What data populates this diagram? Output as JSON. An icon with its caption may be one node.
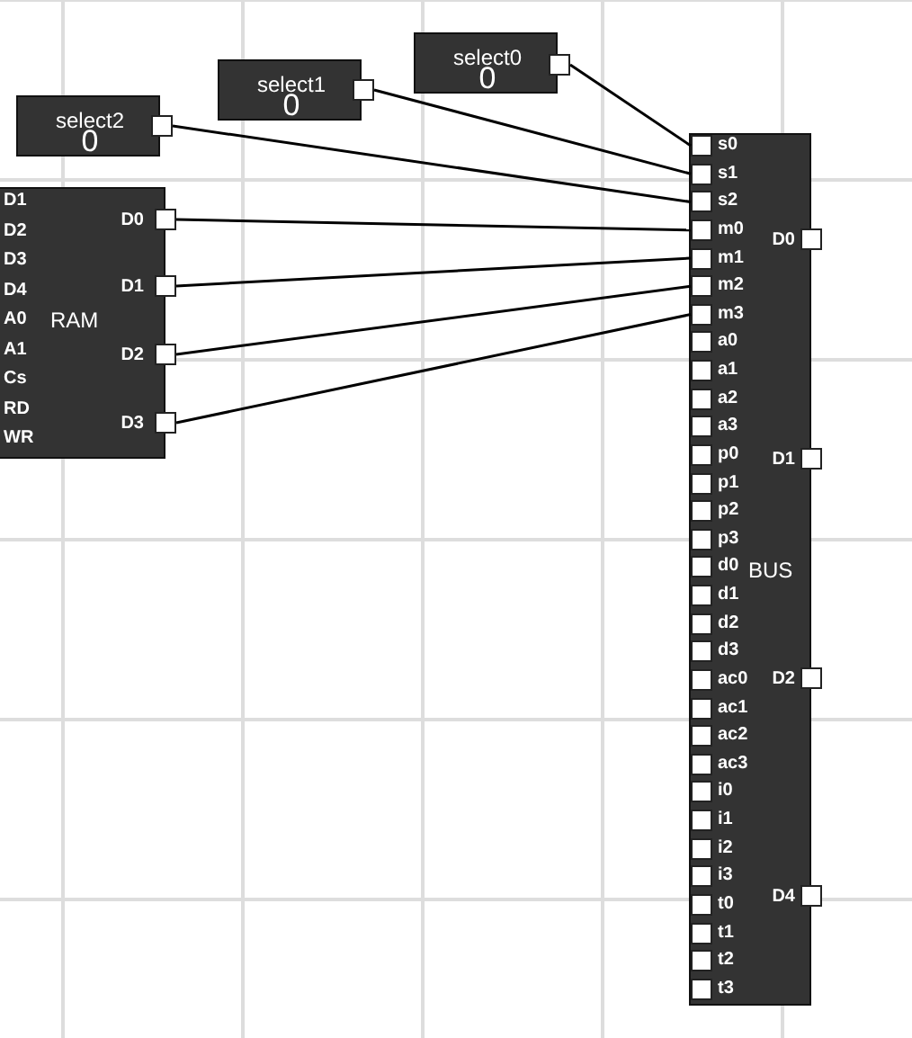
{
  "diagram": {
    "nodes": [
      {
        "text": [
          "select0",
          "0"
        ]
      },
      {
        "text": [],
        "shape": "box"
      },
      {
        "text": [
          "select1",
          "0"
        ]
      },
      {
        "text": [],
        "shape": "box"
      },
      {
        "text": [
          "select2",
          "0"
        ]
      },
      {
        "text": [],
        "shape": "box"
      },
      {
        "text": [
          "D1",
          "D0",
          "D2",
          "D3",
          "D1",
          "D4",
          "A0",
          "RAM",
          "A1",
          "D2",
          "Cs",
          "RD",
          "D3",
          "WR"
        ]
      },
      {
        "text": [],
        "shape": "box"
      },
      {
        "text": [],
        "shape": "box"
      },
      {
        "text": [],
        "shape": "box"
      },
      {
        "text": [],
        "shape": "box"
      },
      {
        "text": [
          "s0",
          "s1",
          "s2",
          "m0",
          "D0",
          "m1",
          "m2",
          "m3",
          "a0",
          "a1",
          "a2",
          "a3",
          "p0",
          "D1",
          "p1",
          "p2",
          "p3",
          "d0",
          "BUS",
          "d1",
          "d2",
          "d3",
          "ac0",
          "D2",
          "ac1",
          "ac2",
          "ac3",
          "i0",
          "i1",
          "i2",
          "i3",
          "D4",
          "t0",
          "t1",
          "t2",
          "t3"
        ]
      },
      {
        "text": [],
        "shape": "box",
        "in": 11
      },
      {
        "text": [],
        "shape": "box",
        "in": 11
      },
      {
        "text": [],
        "shape": "box",
        "in": 11
      },
      {
        "text": [],
        "shape": "box",
        "in": 11
      },
      {
        "text": [],
        "shape": "box",
        "in": 11
      },
      {
        "text": [],
        "shape": "box",
        "in": 11
      },
      {
        "text": [],
        "shape": "box",
        "in": 11
      },
      {
        "text": [],
        "shape": "box",
        "in": 11
      },
      {
        "text": [],
        "shape": "box",
        "in": 11
      },
      {
        "text": [],
        "shape": "box",
        "in": 11
      },
      {
        "text": [],
        "shape": "box",
        "in": 11
      },
      {
        "text": [],
        "shape": "box",
        "in": 11
      },
      {
        "text": [],
        "shape": "box",
        "in": 11
      },
      {
        "text": [],
        "shape": "box",
        "in": 11
      },
      {
        "text": [],
        "shape": "box",
        "in": 11
      },
      {
        "text": [],
        "shape": "box",
        "in": 11
      },
      {
        "text": [],
        "shape": "box",
        "in": 11
      },
      {
        "text": [],
        "shape": "box",
        "in": 11
      },
      {
        "text": [],
        "shape": "box",
        "in": 11
      },
      {
        "text": [],
        "shape": "box",
        "in": 11
      },
      {
        "text": [],
        "shape": "box",
        "in": 11
      },
      {
        "text": [],
        "shape": "box",
        "in": 11
      },
      {
        "text": [],
        "shape": "box",
        "in": 11
      },
      {
        "text": [],
        "shape": "box",
        "in": 11
      },
      {
        "text": [],
        "shape": "box",
        "in": 11
      },
      {
        "text": [],
        "shape": "box",
        "in": 11
      },
      {
        "text": [],
        "shape": "box",
        "in": 11
      },
      {
        "text": [],
        "shape": "box",
        "in": 11
      },
      {
        "text": [],
        "shape": "box",
        "in": 11
      },
      {
        "text": [],
        "shape": "box",
        "in": 11
      },
      {
        "text": [],
        "shape": "box",
        "in": 11
      },
      {
        "text": [],
        "shape": "box"
      },
      {
        "text": [],
        "shape": "box"
      },
      {
        "text": [],
        "shape": "box"
      },
      {
        "text": [],
        "shape": "box"
      }
    ],
    "edges": [
      {
        "from": 1,
        "to": 12,
        "arrow": "none"
      },
      {
        "from": 3,
        "to": 13,
        "arrow": "none"
      },
      {
        "from": 5,
        "to": 14,
        "arrow": "none"
      },
      {
        "from": 7,
        "to": 15,
        "arrow": "none"
      },
      {
        "from": 8,
        "to": 16,
        "arrow": "none"
      },
      {
        "from": 9,
        "to": 17,
        "arrow": "none"
      },
      {
        "from": 10,
        "to": 18,
        "arrow": "none"
      }
    ]
  }
}
